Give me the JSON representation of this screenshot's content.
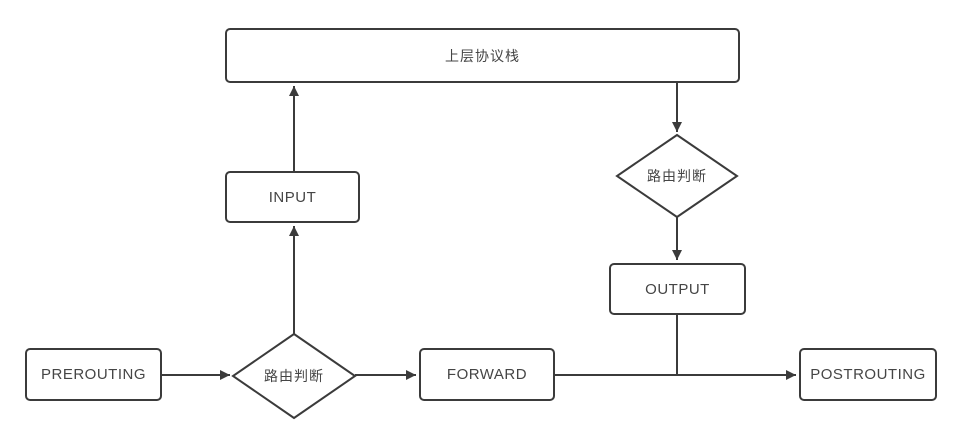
{
  "diagram": {
    "type": "flowchart",
    "colors": {
      "stroke": "#3b3b3b",
      "text": "#454545",
      "background": "#ffffff"
    },
    "nodes": {
      "upper_stack": {
        "label": "上层协议栈",
        "shape": "rectangle"
      },
      "input": {
        "label": "INPUT",
        "shape": "rectangle"
      },
      "output": {
        "label": "OUTPUT",
        "shape": "rectangle"
      },
      "prerouting": {
        "label": "PREROUTING",
        "shape": "rectangle"
      },
      "forward": {
        "label": "FORWARD",
        "shape": "rectangle"
      },
      "postrouting": {
        "label": "POSTROUTING",
        "shape": "rectangle"
      },
      "routing_left": {
        "label": "路由判断",
        "shape": "diamond"
      },
      "routing_right": {
        "label": "路由判断",
        "shape": "diamond"
      }
    },
    "edges": [
      {
        "from": "prerouting",
        "to": "routing_left",
        "arrow": true
      },
      {
        "from": "routing_left",
        "to": "forward",
        "arrow": true
      },
      {
        "from": "routing_left",
        "to": "input",
        "arrow": true
      },
      {
        "from": "input",
        "to": "upper_stack",
        "arrow": true
      },
      {
        "from": "upper_stack",
        "to": "routing_right",
        "arrow": true
      },
      {
        "from": "routing_right",
        "to": "output",
        "arrow": true
      },
      {
        "from": "output",
        "to": "forward_postrouting_line",
        "arrow": false
      },
      {
        "from": "forward",
        "to": "postrouting",
        "arrow": true
      }
    ]
  }
}
